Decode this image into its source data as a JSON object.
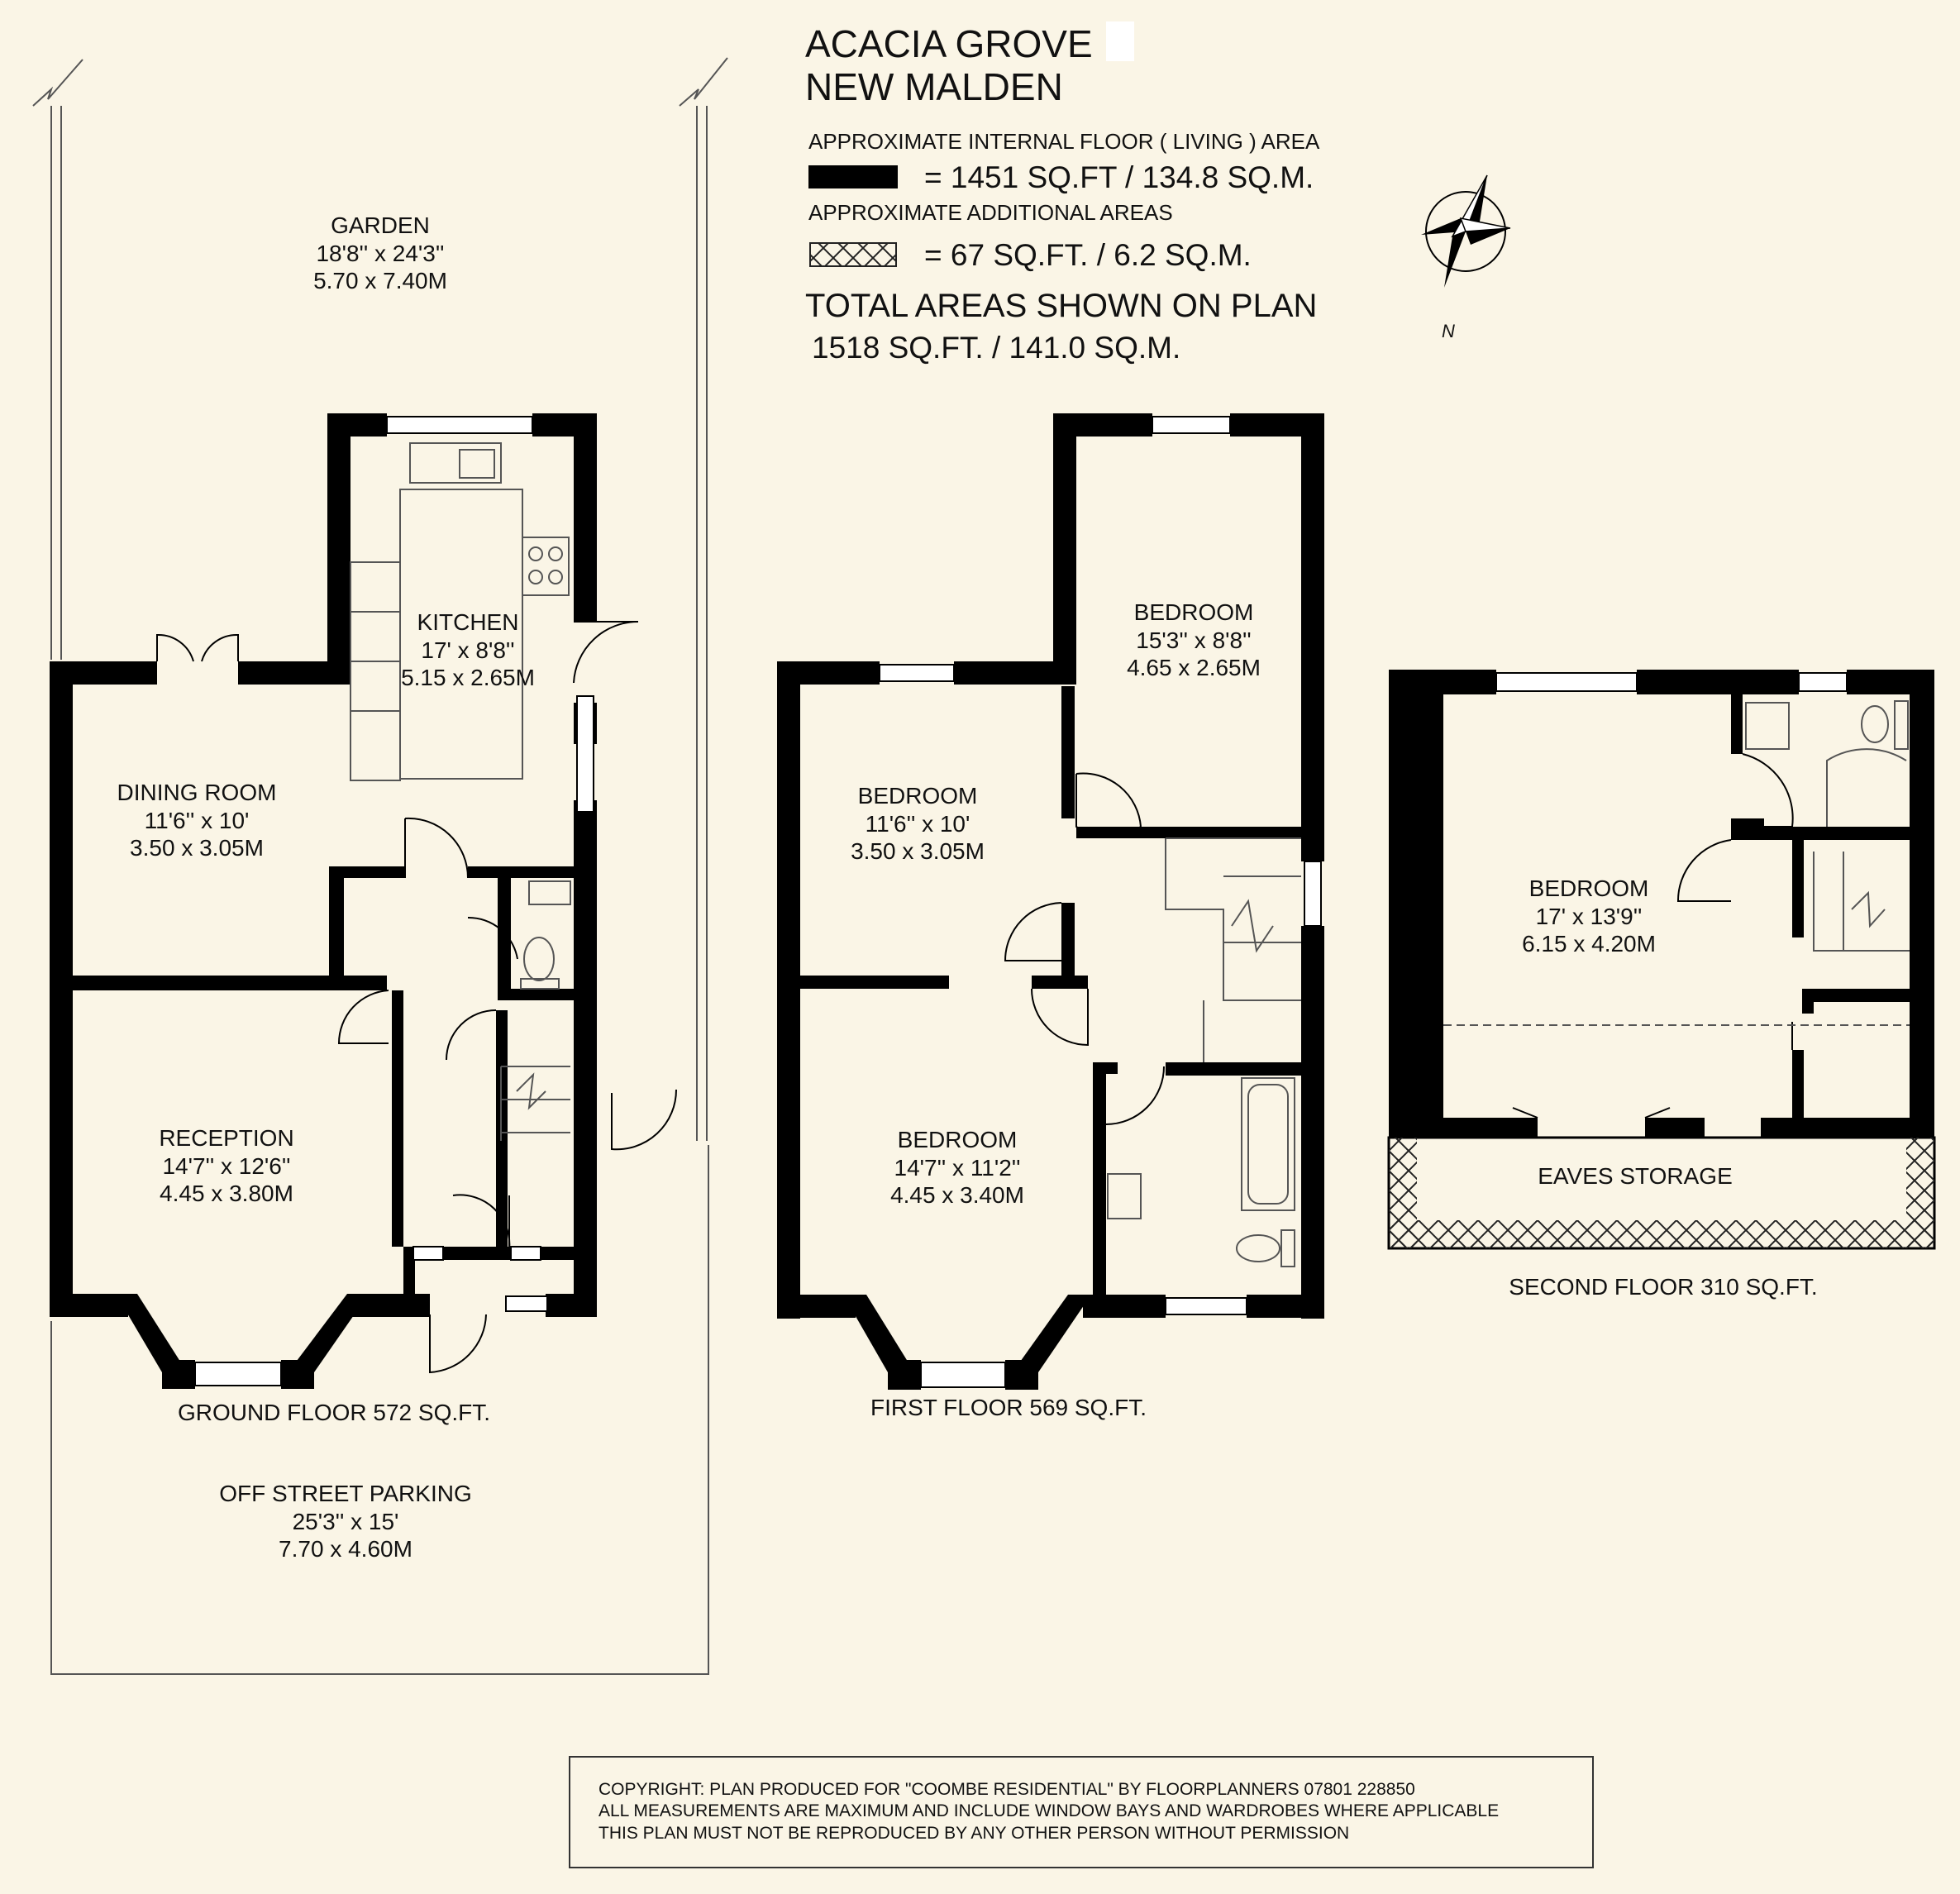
{
  "header": {
    "title_line1": "ACACIA GROVE",
    "title_line2": "NEW MALDEN",
    "internal_area_label": "APPROXIMATE INTERNAL FLOOR ( LIVING ) AREA",
    "internal_area_value": "= 1451 SQ.FT /  134.8 SQ.M.",
    "additional_area_label": "APPROXIMATE ADDITIONAL AREAS",
    "additional_area_value": "= 67 SQ.FT. / 6.2 SQ.M.",
    "total_label": "TOTAL AREAS SHOWN ON PLAN",
    "total_value": "1518 SQ.FT. / 141.0 SQ.M."
  },
  "compass": {
    "label": "N"
  },
  "ground_floor": {
    "garden": {
      "name": "GARDEN",
      "imperial": "18'8'' x 24'3''",
      "metric": "5.70 x 7.40M"
    },
    "kitchen": {
      "name": "KITCHEN",
      "imperial": "17' x 8'8''",
      "metric": "5.15 x 2.65M"
    },
    "dining": {
      "name": "DINING ROOM",
      "imperial": "11'6'' x 10'",
      "metric": "3.50 x 3.05M"
    },
    "reception": {
      "name": "RECEPTION",
      "imperial": "14'7'' x 12'6''",
      "metric": "4.45 x 3.80M"
    },
    "caption": "GROUND FLOOR 572 SQ.FT.",
    "parking": {
      "name": "OFF STREET PARKING",
      "imperial": "25'3'' x 15'",
      "metric": "7.70 x 4.60M"
    }
  },
  "first_floor": {
    "bedroom_rear_right": {
      "name": "BEDROOM",
      "imperial": "15'3'' x 8'8''",
      "metric": "4.65 x 2.65M"
    },
    "bedroom_rear_left": {
      "name": "BEDROOM",
      "imperial": "11'6'' x 10'",
      "metric": "3.50 x 3.05M"
    },
    "bedroom_front": {
      "name": "BEDROOM",
      "imperial": "14'7'' x 11'2''",
      "metric": "4.45 x 3.40M"
    },
    "caption": "FIRST FLOOR 569 SQ.FT."
  },
  "second_floor": {
    "bedroom": {
      "name": "BEDROOM",
      "imperial": "17' x 13'9''",
      "metric": "6.15 x 4.20M"
    },
    "eaves": "EAVES STORAGE",
    "caption": "SECOND FLOOR 310 SQ.FT."
  },
  "copyright": {
    "line1": "COPYRIGHT: PLAN PRODUCED FOR \"COOMBE RESIDENTIAL\" BY FLOORPLANNERS 07801 228850",
    "line2": "ALL MEASUREMENTS ARE MAXIMUM AND INCLUDE WINDOW BAYS AND WARDROBES WHERE APPLICABLE",
    "line3": "THIS PLAN MUST NOT BE REPRODUCED BY ANY OTHER PERSON WITHOUT PERMISSION"
  },
  "colors": {
    "background": "#faf5e6",
    "wall": "#000000",
    "fixture": "#555555"
  }
}
